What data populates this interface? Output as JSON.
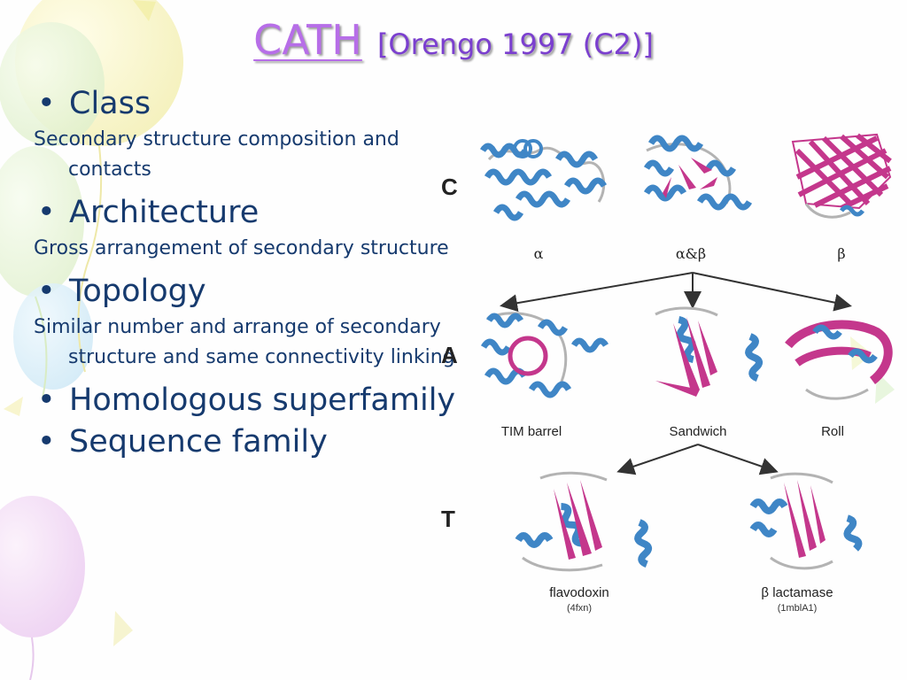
{
  "title": {
    "link_text": "CATH",
    "citation": "[Orengo 1997 (C2)]"
  },
  "bullets": [
    {
      "level": 1,
      "text": "Class"
    },
    {
      "level": 2,
      "text": "Secondary structure composition and contacts"
    },
    {
      "level": 1,
      "text": "Architecture"
    },
    {
      "level": 2,
      "text": "Gross arrangement of secondary structure"
    },
    {
      "level": 1,
      "text": "Topology"
    },
    {
      "level": 2,
      "text": "Similar number and arrange of secondary structure and same connectivity linking"
    },
    {
      "level": 1,
      "text": "Homologous superfamily"
    },
    {
      "level": 1,
      "text": "Sequence family"
    }
  ],
  "figure": {
    "levels": {
      "class": "C",
      "architecture": "A",
      "topology": "T"
    },
    "class_labels": [
      "α",
      "α&β",
      "β"
    ],
    "architecture_labels": [
      "TIM barrel",
      "Sandwich",
      "Roll"
    ],
    "topology_labels": [
      {
        "name": "flavodoxin",
        "code": "(4fxn)"
      },
      {
        "name": "β lactamase",
        "code": "(1mblA1)"
      }
    ]
  },
  "colors": {
    "helix": "#3f86c6",
    "strand": "#c4378c",
    "coil": "#b3b3b3",
    "title_link": "#b76ee8",
    "title_citation": "#7b3fcf",
    "body_text": "#163a6e"
  }
}
